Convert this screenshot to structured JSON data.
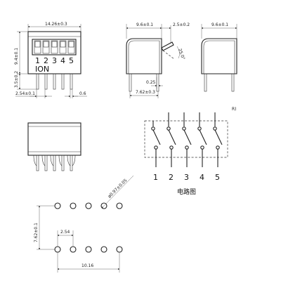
{
  "front_view": {
    "width_dim": "14.26±0.3",
    "height_dim": "9.4±0.1",
    "lead_dim": "3.5±0.2",
    "pitch_dim": "2.54±0.1",
    "lead_width_dim": "0.6",
    "numbers": [
      "1",
      "2",
      "3",
      "4",
      "5"
    ],
    "on_label": "ION"
  },
  "side_view": {
    "body_width_dim": "9.6±0.1",
    "lever_dim": "2.5±0.2",
    "angle_dim": "25.0°",
    "lead_thickness_dim": "0.25",
    "row_spacing_dim": "7.62±0.3"
  },
  "end_view": {
    "body_width_dim": "9.6±0.1"
  },
  "circuit": {
    "corner_mark": "R)",
    "numbers": [
      "1",
      "2",
      "3",
      "4",
      "5"
    ],
    "caption": "电路图"
  },
  "pcb": {
    "hole_dim": "ø0.97±0.05",
    "row_spacing_dim": "7.62±0.1",
    "pitch_dim": "2.54",
    "span_dim": "10.16"
  }
}
